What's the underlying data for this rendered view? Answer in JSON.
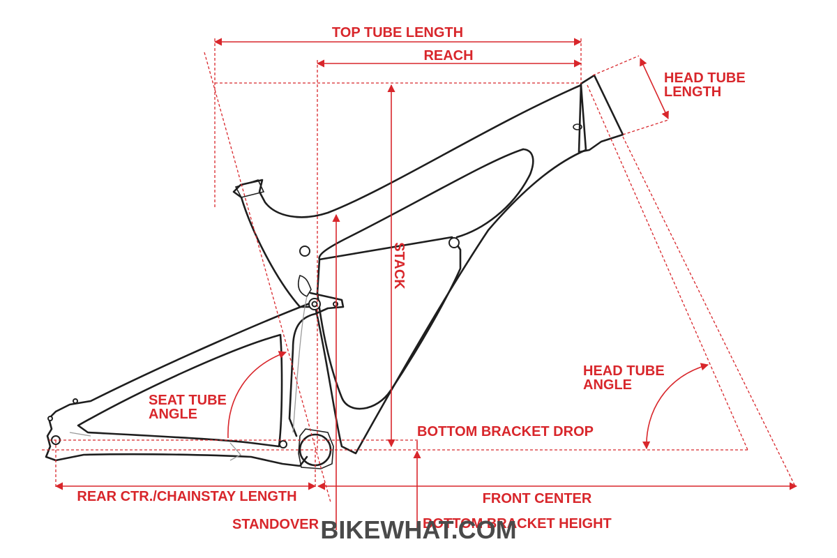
{
  "labels": {
    "top_tube_length": "TOP TUBE LENGTH",
    "reach": "REACH",
    "head_tube_length_line1": "HEAD TUBE",
    "head_tube_length_line2": "LENGTH",
    "stack": "STACK",
    "seat_tube_angle_line1": "SEAT TUBE",
    "seat_tube_angle_line2": "ANGLE",
    "head_tube_angle_line1": "HEAD TUBE",
    "head_tube_angle_line2": "ANGLE",
    "bottom_bracket_drop": "BOTTOM BRACKET DROP",
    "rear_center": "REAR CTR./CHAINSTAY LENGTH",
    "front_center": "FRONT CENTER",
    "standover": "STANDOVER",
    "bottom_bracket_height": "BOTTOM BRACKET HEIGHT"
  },
  "watermark": "BIKEWHAT.COM",
  "colors": {
    "dimension": "#d8262b",
    "frame": "#1e1e1e",
    "background": "#ffffff",
    "watermark": "#4a4a4a"
  }
}
